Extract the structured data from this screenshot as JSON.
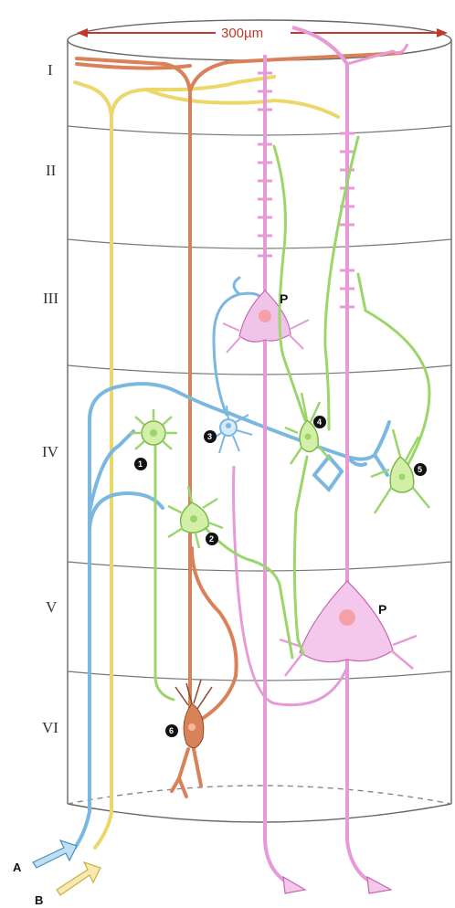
{
  "scale": {
    "label": "300µm"
  },
  "layers": [
    "I",
    "II",
    "III",
    "IV",
    "V",
    "VI"
  ],
  "neuron_numbers": [
    "1",
    "2",
    "3",
    "4",
    "5",
    "6"
  ],
  "pyramidal_label": "P",
  "inputs": [
    "A",
    "B"
  ],
  "colors": {
    "blue": "#7ab8e0",
    "yellow": "#ecd86a",
    "orange": "#d9825a",
    "pink": "#e79ad8",
    "green": "#9ad66a",
    "outline": "#555555",
    "scale": "#c0392b"
  }
}
